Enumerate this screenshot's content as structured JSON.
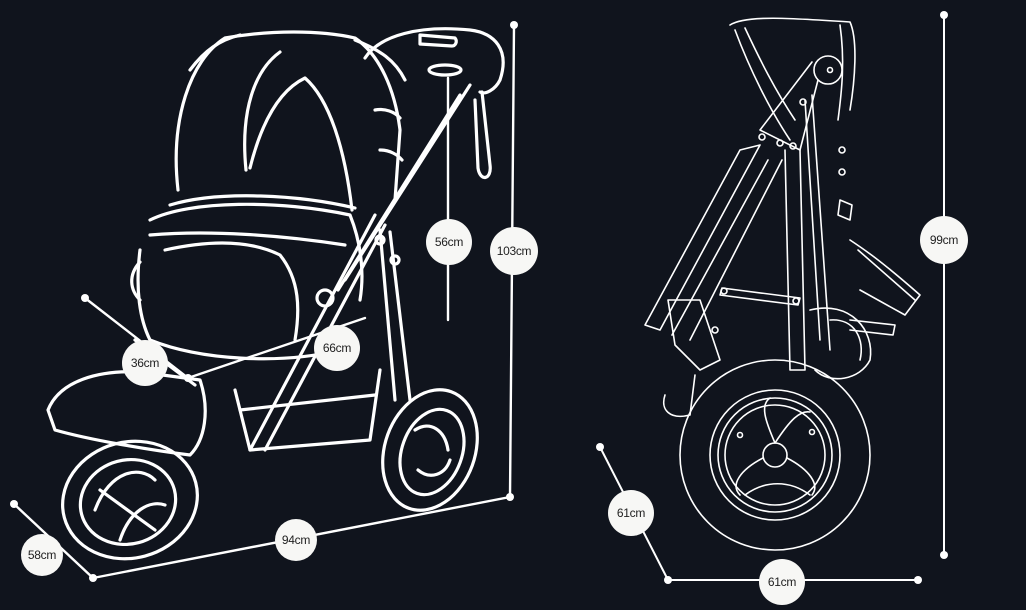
{
  "figure": {
    "background_color": "#10141d",
    "line_color": "#ffffff",
    "badge_color": "#f7f7f5",
    "views": [
      {
        "name": "unfolded-stroller",
        "dimensions": {
          "width_depth": "58cm",
          "length": "94cm",
          "seat_depth": "36cm",
          "seat_width": "66cm",
          "handle_to_seat_height": "56cm",
          "total_height": "103cm"
        }
      },
      {
        "name": "folded-stroller",
        "dimensions": {
          "folded_height": "99cm",
          "folded_depth": "61cm",
          "folded_width": "61cm"
        }
      }
    ]
  }
}
